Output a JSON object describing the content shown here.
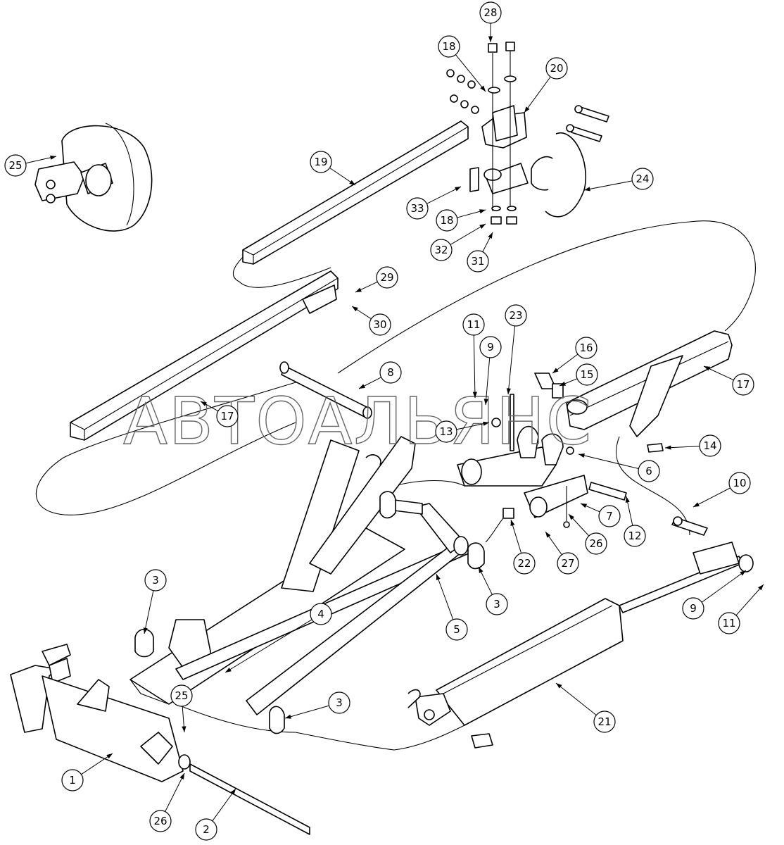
{
  "watermark": "АВТОАЛЬЯНС",
  "callouts": [
    {
      "id": "c28a",
      "label": "28"
    },
    {
      "id": "c18a",
      "label": "18"
    },
    {
      "id": "c20",
      "label": "20"
    },
    {
      "id": "c25a",
      "label": "25"
    },
    {
      "id": "c19",
      "label": "19"
    },
    {
      "id": "c24",
      "label": "24"
    },
    {
      "id": "c33",
      "label": "33"
    },
    {
      "id": "c18b",
      "label": "18"
    },
    {
      "id": "c32",
      "label": "32"
    },
    {
      "id": "c31",
      "label": "31"
    },
    {
      "id": "c29",
      "label": "29"
    },
    {
      "id": "c30",
      "label": "30"
    },
    {
      "id": "c11a",
      "label": "11"
    },
    {
      "id": "c23",
      "label": "23"
    },
    {
      "id": "c9a",
      "label": "9"
    },
    {
      "id": "c16",
      "label": "16"
    },
    {
      "id": "c15",
      "label": "15"
    },
    {
      "id": "c17a",
      "label": "17"
    },
    {
      "id": "c8",
      "label": "8"
    },
    {
      "id": "c17b",
      "label": "17"
    },
    {
      "id": "c13",
      "label": "13"
    },
    {
      "id": "c14",
      "label": "14"
    },
    {
      "id": "c6",
      "label": "6"
    },
    {
      "id": "c7",
      "label": "7"
    },
    {
      "id": "c10",
      "label": "10"
    },
    {
      "id": "c26a",
      "label": "26"
    },
    {
      "id": "c12",
      "label": "12"
    },
    {
      "id": "c22",
      "label": "22"
    },
    {
      "id": "c27",
      "label": "27"
    },
    {
      "id": "c3a",
      "label": "3"
    },
    {
      "id": "c3b",
      "label": "3"
    },
    {
      "id": "c9b",
      "label": "9"
    },
    {
      "id": "c11b",
      "label": "11"
    },
    {
      "id": "c4",
      "label": "4"
    },
    {
      "id": "c5",
      "label": "5"
    },
    {
      "id": "c3c",
      "label": "3"
    },
    {
      "id": "c21",
      "label": "21"
    },
    {
      "id": "c25b",
      "label": "25"
    },
    {
      "id": "c1",
      "label": "1"
    },
    {
      "id": "c26b",
      "label": "26"
    },
    {
      "id": "c2",
      "label": "2"
    }
  ]
}
